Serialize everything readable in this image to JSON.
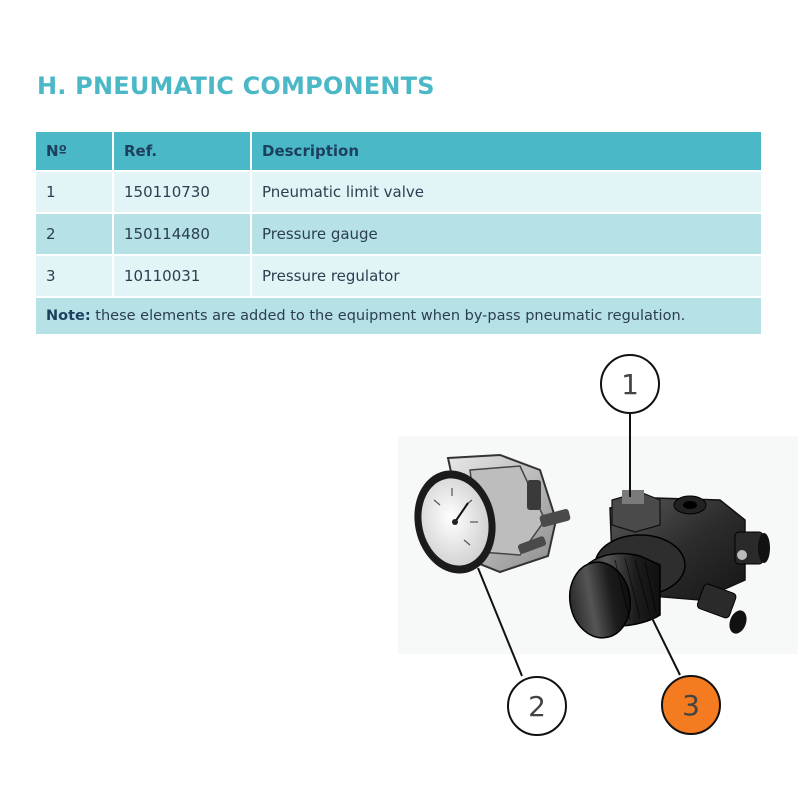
{
  "section": {
    "title": "H. PNEUMATIC COMPONENTS"
  },
  "table": {
    "headers": {
      "no": "Nº",
      "ref": "Ref.",
      "description": "Description"
    },
    "rows": [
      {
        "no": "1",
        "ref": "150110730",
        "description": "Pneumatic limit valve"
      },
      {
        "no": "2",
        "ref": "150114480",
        "description": "Pressure gauge"
      },
      {
        "no": "3",
        "ref": "10110031",
        "description": "Pressure regulator"
      }
    ],
    "note": {
      "label": "Note:",
      "text": " these elements are added to the equipment when by-pass pneumatic regulation."
    }
  },
  "diagram": {
    "callouts": [
      {
        "number": "1",
        "highlighted": false
      },
      {
        "number": "2",
        "highlighted": false
      },
      {
        "number": "3",
        "highlighted": true
      }
    ]
  },
  "colors": {
    "accent": "#4bb8c8",
    "header_text": "#1d3f5e",
    "row_light": "#e3f4f6",
    "row_dark": "#b5e1e7",
    "callout_highlight": "#f47b20"
  }
}
